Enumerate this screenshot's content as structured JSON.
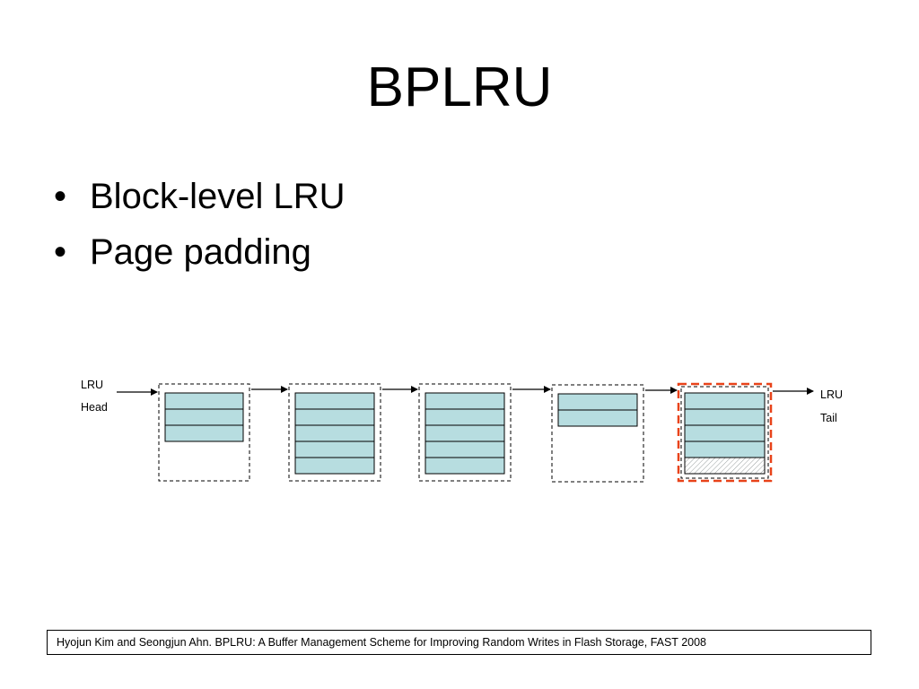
{
  "slide": {
    "title": "BPLRU",
    "bullets": [
      "Block-level LRU",
      "Page padding"
    ],
    "bullet_glyph": "•"
  },
  "diagram": {
    "head_label": [
      "LRU",
      "Head"
    ],
    "tail_label": [
      "LRU",
      "Tail"
    ],
    "blocks": [
      {
        "pages": 3,
        "padded_pages": 0,
        "victim": false
      },
      {
        "pages": 5,
        "padded_pages": 0,
        "victim": false
      },
      {
        "pages": 5,
        "padded_pages": 0,
        "victim": false
      },
      {
        "pages": 2,
        "padded_pages": 0,
        "victim": false
      },
      {
        "pages": 4,
        "padded_pages": 1,
        "victim": true
      }
    ],
    "colors": {
      "page_fill": "#b7dde0",
      "block_border": "#000000",
      "victim_border": "#e8431a",
      "padding_hatch": "#9aa0a0"
    }
  },
  "citation": "Hyojun Kim and Seongjun Ahn. BPLRU: A Buffer Management Scheme for Improving Random Writes in Flash Storage, FAST 2008"
}
